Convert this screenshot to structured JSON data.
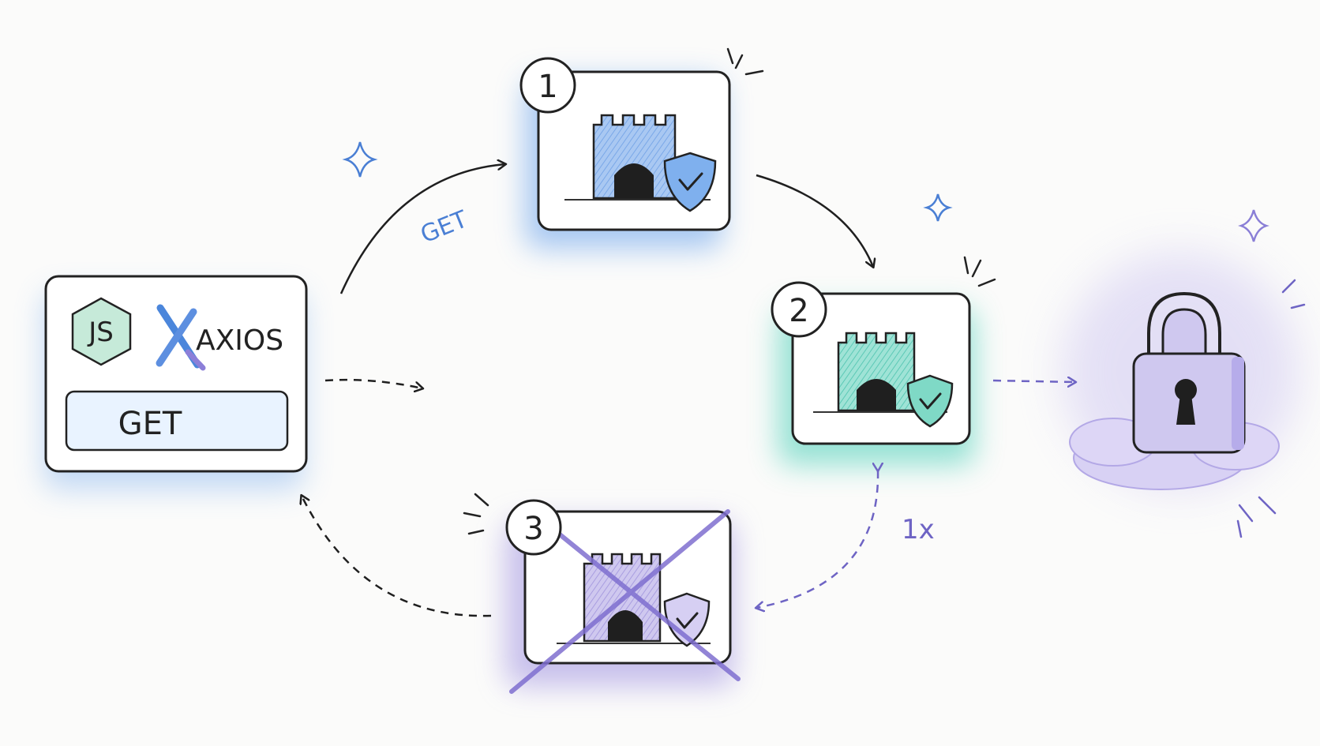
{
  "client": {
    "js_logo_text": "JS",
    "axios_label": "AXIOS",
    "button_label": "GET"
  },
  "arrow_label": "GET",
  "retry_label": "1x",
  "proxies": [
    {
      "number": "1",
      "status": "active"
    },
    {
      "number": "2",
      "status": "active"
    },
    {
      "number": "3",
      "status": "failed"
    }
  ],
  "colors": {
    "blue": "#4f8fe0",
    "teal": "#3fc6b0",
    "purple": "#8a7fd6",
    "ink": "#1f1f1f"
  },
  "icons": [
    "js-logo-icon",
    "axios-logo-icon",
    "fortress-icon",
    "shield-check-icon",
    "padlock-icon",
    "sparkle-icon"
  ]
}
